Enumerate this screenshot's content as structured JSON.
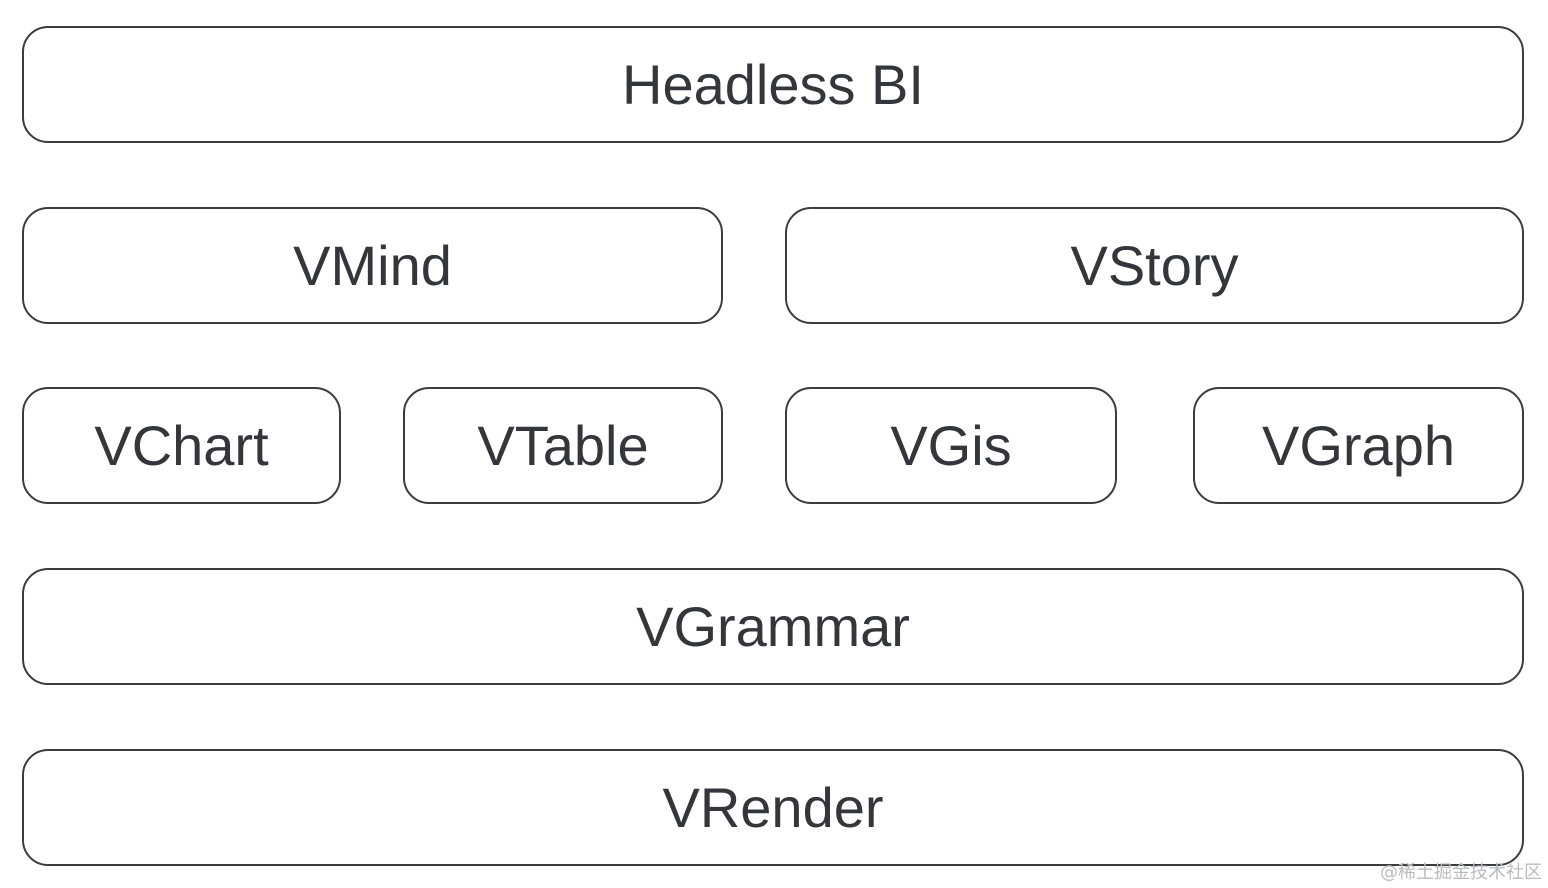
{
  "diagram": {
    "layers": [
      {
        "id": "headless",
        "label": "Headless BI"
      },
      {
        "id": "vmind",
        "label": "VMind"
      },
      {
        "id": "vstory",
        "label": "VStory"
      },
      {
        "id": "vchart",
        "label": "VChart"
      },
      {
        "id": "vtable",
        "label": "VTable"
      },
      {
        "id": "vgis",
        "label": "VGis"
      },
      {
        "id": "vgraph",
        "label": "VGraph"
      },
      {
        "id": "vgrammar",
        "label": "VGrammar"
      },
      {
        "id": "vrender",
        "label": "VRender"
      }
    ],
    "rows": [
      [
        "headless"
      ],
      [
        "vmind",
        "vstory"
      ],
      [
        "vchart",
        "vtable",
        "vgis",
        "vgraph"
      ],
      [
        "vgrammar"
      ],
      [
        "vrender"
      ]
    ]
  },
  "watermark": "@稀土掘金技术社区",
  "colors": {
    "border": "#3a3d40",
    "text": "#33363a",
    "background": "#ffffff",
    "watermark": "#b9bcbf"
  }
}
